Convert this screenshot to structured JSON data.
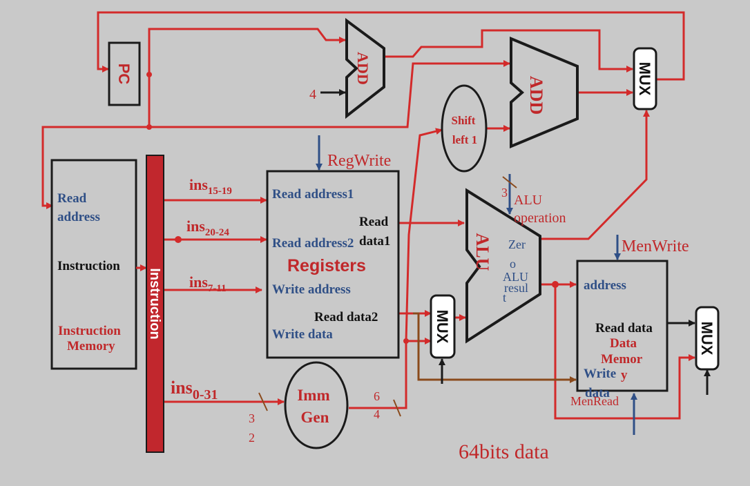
{
  "labels": {
    "pc": "PC",
    "add_top": "ADD",
    "add_right": "ADD",
    "mux_top": "MUX",
    "mux_alu": "MUX",
    "mux_mem": "MUX",
    "shift_left": [
      "Shift",
      "left 1"
    ],
    "alu": "ALU",
    "instruction_bus": "Instruction",
    "regwrite": "RegWrite",
    "menwrite": "MenWrite",
    "menread": "MenRead",
    "alu_operation": [
      "ALU",
      "operation"
    ],
    "alu_op_bits": "3",
    "add_const": "4",
    "imm_gen": [
      "Imm",
      "Gen"
    ],
    "imm_in_bits": [
      "3",
      "2"
    ],
    "imm_out_bits": [
      "6",
      "4"
    ],
    "footer": "64bits data"
  },
  "instruction_memory": {
    "read_address": [
      "Read",
      "address"
    ],
    "instruction": "Instruction",
    "title": [
      "Instruction",
      "Memory"
    ]
  },
  "registers": {
    "title": "Registers",
    "read_address1": "Read address1",
    "read_address2": "Read address2",
    "write_address": "Write address",
    "write_data": "Write data",
    "read_data1": [
      "Read",
      "data1"
    ],
    "read_data2": "Read data2"
  },
  "alu_outputs": {
    "zero": [
      "Zer",
      "o"
    ],
    "result": [
      "ALU",
      "resul",
      "t"
    ]
  },
  "data_memory": {
    "address": "address",
    "read_data": "Read data",
    "title": [
      "Data",
      "Memor",
      "y"
    ],
    "write_data": [
      "Write",
      "data"
    ]
  },
  "instruction_fields": {
    "f1": {
      "base": "ins",
      "sub": "15-19"
    },
    "f2": {
      "base": "ins",
      "sub": "20-24"
    },
    "f3": {
      "base": "ins",
      "sub": "7-11"
    },
    "f4": {
      "base": "ins",
      "sub": "0-31"
    }
  },
  "colors": {
    "background": "#c9c9c9",
    "wire_red": "#d32a2a",
    "wire_brown": "#8a4a1c",
    "label_blue": "#2f4f86",
    "label_red": "#c0282a",
    "bus_fill": "#c1272d",
    "box_stroke": "#1a1a1a"
  }
}
